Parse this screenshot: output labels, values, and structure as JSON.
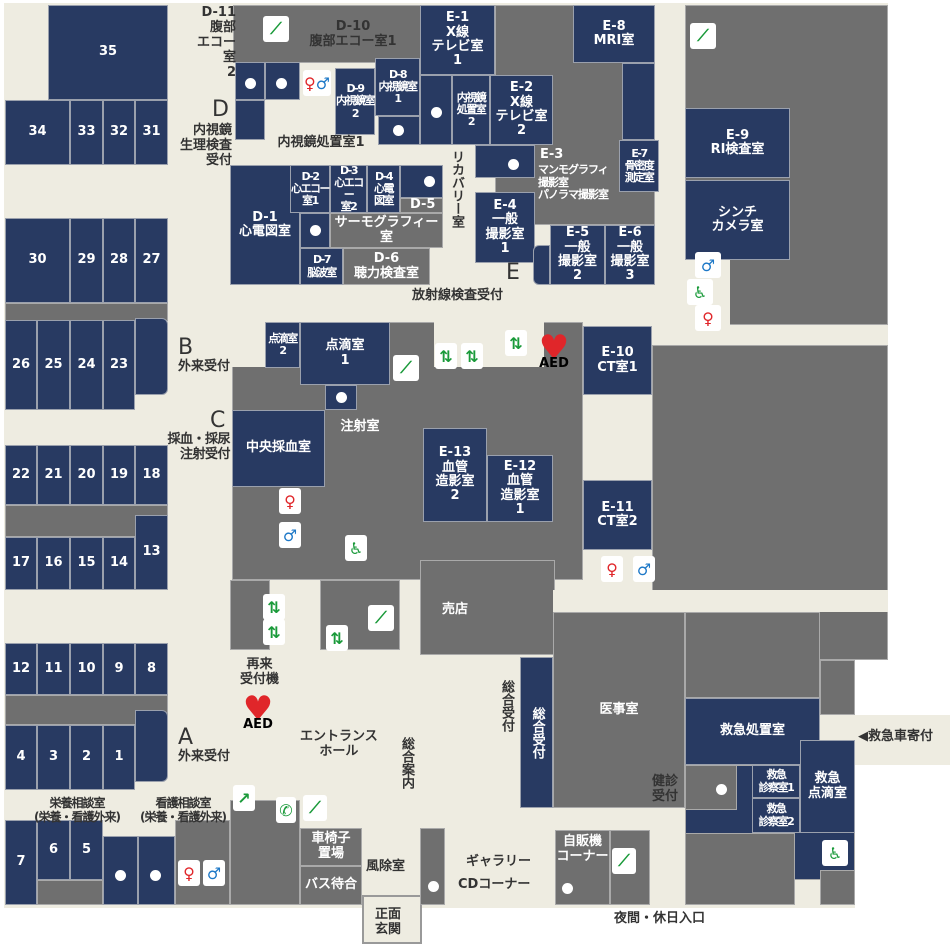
{
  "rooms": {
    "r35": "35",
    "r34": "34",
    "r33": "33",
    "r32": "32",
    "r31": "31",
    "r30": "30",
    "r29": "29",
    "r28": "28",
    "r27": "27",
    "r26": "26",
    "r25": "25",
    "r24": "24",
    "r23": "23",
    "r22": "22",
    "r21": "21",
    "r20": "20",
    "r19": "19",
    "r18": "18",
    "r17": "17",
    "r16": "16",
    "r15": "15",
    "r14": "14",
    "r13": "13",
    "r12": "12",
    "r11": "11",
    "r10": "10",
    "r9": "9",
    "r8": "8",
    "r4": "4",
    "r3": "3",
    "r2": "2",
    "r1": "1",
    "r7": "7",
    "r6": "6",
    "r5": "5",
    "d1": "D-1\n心電図室",
    "d2": "D-2\n心エコー\n室1",
    "d3": "D-3\n心エコー\n室2",
    "d4": "D-4\n心電\n図室",
    "d7": "D-7\n脳波室",
    "d8": "D-8\n内視鏡室\n1",
    "d9": "D-9\n内視鏡室\n2",
    "endo2": "内視鏡\n処置室\n2",
    "e1": "E-1\nX線\nテレビ室\n1",
    "e2": "E-2\nX線\nテレビ室\n2",
    "e4": "E-4\n一般\n撮影室\n1",
    "e5": "E-5\n一般\n撮影室\n2",
    "e6": "E-6\n一般\n撮影室\n3",
    "e7": "E-7\n骨密度\n測定室",
    "e8": "E-8\nMRI室",
    "e9": "E-9\nRI検査室",
    "scinti": "シンチ\nカメラ室",
    "e10": "E-10\nCT室1",
    "e11": "E-11\nCT室2",
    "e12": "E-12\n血管\n造影室\n1",
    "e13": "E-13\n血管\n造影室\n2",
    "drip1": "点滴室\n1",
    "drip2": "点滴室\n2",
    "blood": "中央採血室",
    "er": "救急処置室",
    "er1": "救急\n診察室1",
    "er2": "救急\n診察室2",
    "erdrip": "救急\n点滴室"
  },
  "gray_labels": {
    "d6": "D-6\n聴力検査室",
    "thermo": "サーモグラフィー室",
    "inject": "注射室",
    "shop": "売店",
    "medical": "医事室",
    "wheelchair": "車椅子\n置場",
    "bus": "バス待合",
    "vending": "自販機\nコーナー"
  },
  "labels": {
    "d11": "D-11\n腹部\nエコー室\n2",
    "d10": "D-10\n腹部エコー室1",
    "d": "D",
    "d_rec": "内視鏡\n生理検査\n受付",
    "endo1": "内視鏡処置室1",
    "d5": "D-5",
    "recovery": "リカバリー室",
    "e3": "E-3",
    "mammo": "マンモグラフィ\n撮影室\nパノラマ撮影室",
    "e": "E",
    "rad": "放射線検査受付",
    "b": "B",
    "b_rec": "外来受付",
    "c": "C",
    "c_rec": "採血・採尿\n注射受付",
    "a": "A",
    "a_rec": "外来受付",
    "reentry": "再来\n受付機",
    "hall": "エントランス\nホール",
    "info": "総合案内",
    "reception": "総合受付",
    "reception2": "総合受付",
    "nutrition": "栄養相談室\n(栄養・看護外来)",
    "nursing": "看護相談室\n(栄養・看護外来)",
    "windbreak": "風除室",
    "main_entrance": "正面\n玄関",
    "gallery": "ギャラリー",
    "cd": "CDコーナー",
    "checkup": "健診\n受付",
    "night": "夜間・休日入口",
    "ambulance": "◀救急車寄付",
    "aed": "AED"
  },
  "icons": {
    "stairs": "stairs-icon",
    "elevator": "elevator-icon",
    "toilet_m": "male-toilet-icon",
    "toilet_f": "female-toilet-icon",
    "wheelchair": "wheelchair-icon",
    "aed": "aed-icon",
    "phone": "phone-icon",
    "escalator": "escalator-icon"
  },
  "colors": {
    "room": "#283a62",
    "area": "#6f6f6f",
    "corridor": "#eeece1",
    "icon_green": "#1a9a3a",
    "icon_red": "#e0262a",
    "icon_blue": "#1d78c7"
  }
}
